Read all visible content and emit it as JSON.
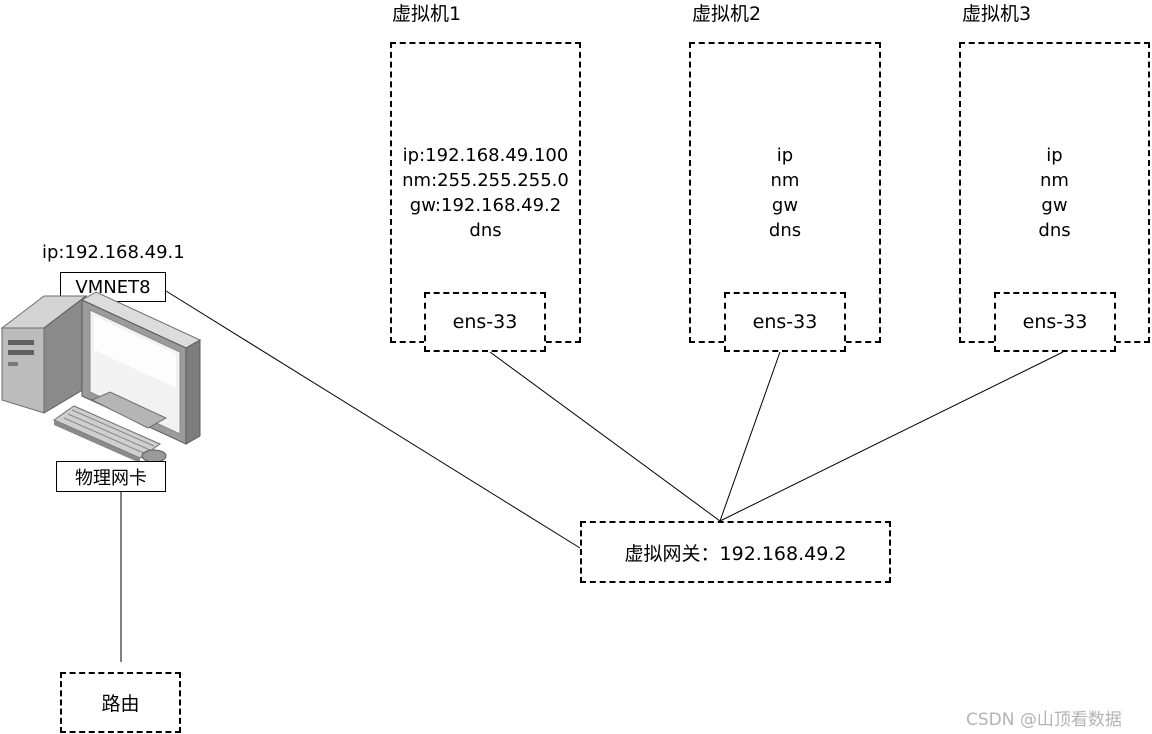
{
  "host": {
    "ip_label": "ip:192.168.49.1",
    "vmnet_label": "VMNET8",
    "physical_nic_label": "物理网卡",
    "computer_icon": "desktop-computer-icon"
  },
  "router": {
    "label": "路由"
  },
  "gateway": {
    "label": "虚拟网关：192.168.49.2"
  },
  "vms": [
    {
      "title": "虚拟机1",
      "lines": [
        "ip:192.168.49.100",
        "nm:255.255.255.0",
        "gw:192.168.49.2",
        "dns"
      ],
      "nic": "ens-33"
    },
    {
      "title": "虚拟机2",
      "lines": [
        "ip",
        "nm",
        "gw",
        "dns"
      ],
      "nic": "ens-33"
    },
    {
      "title": "虚拟机3",
      "lines": [
        "ip",
        "nm",
        "gw",
        "dns"
      ],
      "nic": "ens-33"
    }
  ],
  "watermark": "CSDN @山顶看数据"
}
